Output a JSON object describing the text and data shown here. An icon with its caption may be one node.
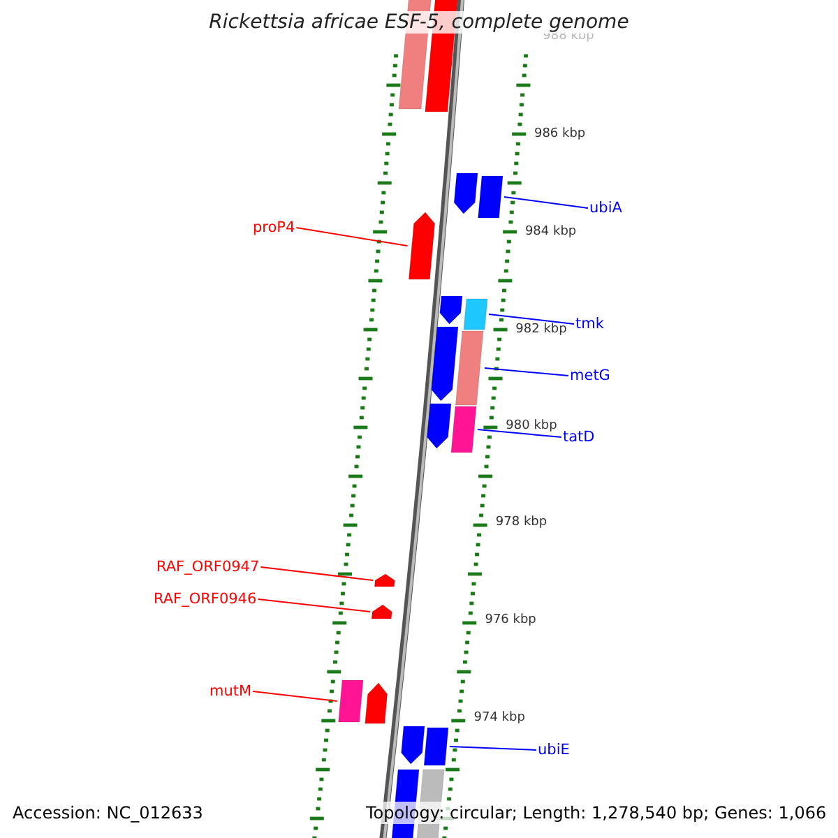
{
  "diagram": {
    "title": "Rickettsia africae ESF-5, complete genome",
    "nodes": [
      {
        "text": [
          "ubiA"
        ]
      },
      {
        "text": [
          "proP4"
        ]
      },
      {
        "text": [
          "tmk"
        ]
      },
      {
        "text": [
          "metG"
        ]
      },
      {
        "text": [
          "tatD"
        ]
      },
      {
        "text": [
          "RAF_ORF0947"
        ]
      },
      {
        "text": [
          "RAF_ORF0946"
        ]
      },
      {
        "text": [
          "mutM"
        ]
      },
      {
        "text": [
          "ubiE"
        ]
      },
      {
        "text": [],
        "shape": "bar"
      },
      {
        "text": [],
        "shape": "bar"
      },
      {
        "text": [],
        "shape": "bar"
      },
      {
        "text": [],
        "shape": "bar"
      },
      {
        "text": [],
        "shape": "bar"
      },
      {
        "text": [],
        "shape": "bar"
      },
      {
        "text": [],
        "shape": "bar"
      },
      {
        "text": [],
        "shape": "bar"
      },
      {
        "text": [],
        "shape": "bar"
      },
      {
        "text": [],
        "shape": "bar"
      },
      {
        "text": [],
        "shape": "bar"
      },
      {
        "text": [],
        "shape": "bar"
      },
      {
        "text": [],
        "shape": "bar"
      },
      {
        "text": [],
        "shape": "bar"
      },
      {
        "text": [],
        "shape": "bar"
      },
      {
        "text": [],
        "shape": "bar"
      },
      {
        "text": [],
        "shape": "bar"
      },
      {
        "text": [],
        "shape": "bar"
      },
      {
        "text": [],
        "shape": "bar"
      }
    ],
    "edges": [
      {
        "from": 0,
        "to": 12,
        "arrow": "none"
      },
      {
        "from": 1,
        "to": 13,
        "arrow": "none",
        "color": "#ff0000"
      },
      {
        "from": 2,
        "to": 15,
        "arrow": "none"
      },
      {
        "from": 3,
        "to": 17,
        "arrow": "none"
      },
      {
        "from": 4,
        "to": 19,
        "arrow": "none"
      },
      {
        "from": 5,
        "to": 20,
        "arrow": "none",
        "color": "#ff0000"
      },
      {
        "from": 6,
        "to": 21,
        "arrow": "none",
        "color": "#ff0000"
      },
      {
        "from": 7,
        "to": 22,
        "arrow": "none",
        "color": "#ff0000"
      },
      {
        "from": 8,
        "to": 25,
        "arrow": "none"
      }
    ],
    "labels": [
      "988 kbp",
      "986 kbp",
      "984 kbp",
      "982 kbp",
      "980 kbp",
      "978 kbp",
      "976 kbp",
      "974 kbp",
      "Accession: NC_012633",
      "Topology: circular; Length: 1,278,540 bp; Genes: 1,066"
    ]
  }
}
